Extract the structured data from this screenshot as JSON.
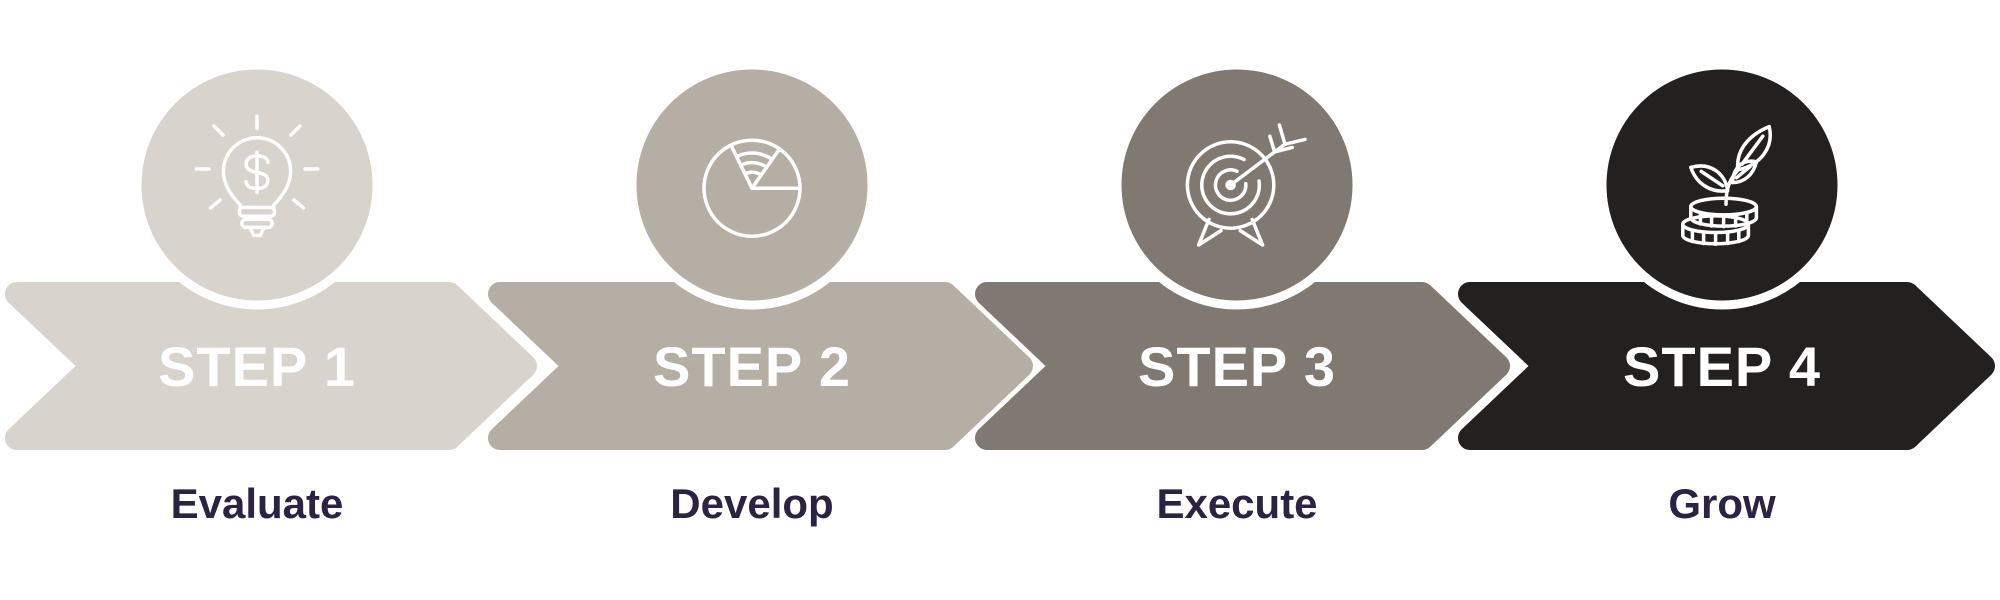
{
  "diagram": {
    "background_color": "#ffffff",
    "band_text_color": "#ffffff",
    "label_color": "#2b2342",
    "circle_ring_color": "#ffffff",
    "icon_stroke_color": "#ffffff",
    "steps": [
      {
        "step_label": "STEP 1",
        "name": "Evaluate",
        "color": "#d8d4cd",
        "icon": "lightbulb-dollar-icon"
      },
      {
        "step_label": "STEP 2",
        "name": "Develop",
        "color": "#b4aea5",
        "icon": "pie-chart-icon"
      },
      {
        "step_label": "STEP 3",
        "name": "Execute",
        "color": "#7f7971",
        "icon": "target-arrow-icon"
      },
      {
        "step_label": "STEP 4",
        "name": "Grow",
        "color": "#232020",
        "icon": "coins-plant-icon"
      }
    ]
  }
}
